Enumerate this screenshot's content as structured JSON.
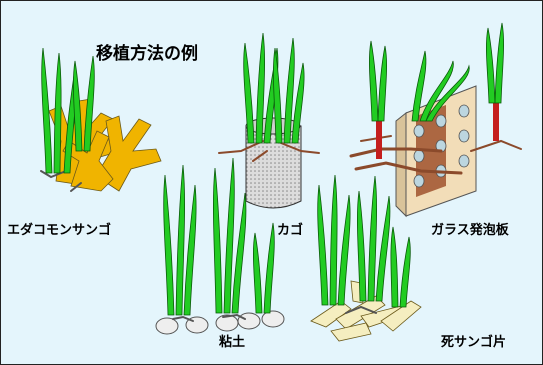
{
  "title": "移植方法の例",
  "methods": [
    {
      "key": "edakomon",
      "label": "エダコモンサンゴ"
    },
    {
      "key": "kago",
      "label": "カゴ"
    },
    {
      "key": "glass",
      "label": "ガラス発泡板"
    },
    {
      "key": "clay",
      "label": "粘土"
    },
    {
      "key": "deadcoral",
      "label": "死サンゴ片"
    }
  ],
  "colors": {
    "background": "#e4f5fc",
    "leaf": "#22cc22",
    "leaf_outline": "#0a5a0a",
    "coral": "#f0b400",
    "dead_coral": "#f5eec0",
    "clay": "#eeeeee",
    "cage": "#dcdcdc",
    "board": "#f2ddb8",
    "board_accent": "#a0522d",
    "root": "#8b4a2b",
    "rhizome": "#c41e1e"
  }
}
